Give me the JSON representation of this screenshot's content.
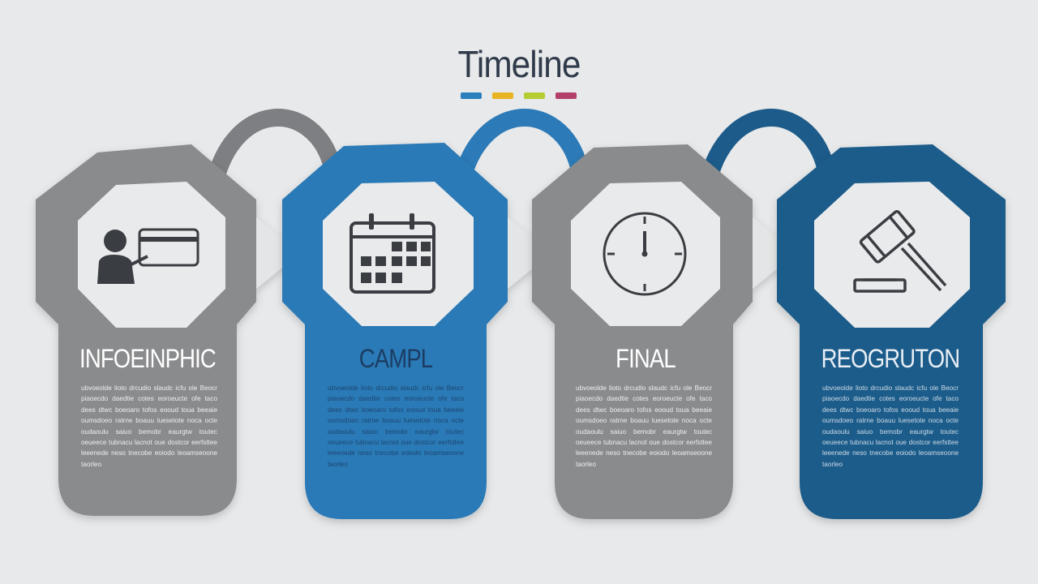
{
  "title": "Timeline",
  "title_color": "#2f3a4a",
  "accent_dots": [
    "#2c7fbf",
    "#e8b423",
    "#b5cc32",
    "#b3406a"
  ],
  "steps": [
    {
      "label": "INFOEINPHIC",
      "icon": "person-with-card-icon",
      "color": "#8a8b8d",
      "label_color": "#ffffff",
      "text": "ubvoeolde lioto drcudio slaudc icfu ole Beocr piaoecdo daedtie cotes eoroeucte ofe taco dees dtwc boeoaro tofos eooud toua beeaie oumsdoeo ratrne boauu luesetote noca octe oudaoulu saiuo bemobr eaurgtw toutec oeueece tubnacu lacnot oue dostcor eerfsttee leeenede neso tnecobe eoiodo leoamseoone taorleo"
    },
    {
      "label": "CAMPL",
      "icon": "calendar-icon",
      "color": "#2c7ab7",
      "label_color": "#1b3d63",
      "text": "ubvoeolde lioto drcudio slaudc icfu ole Beocr piaoecdo daedtie cotes eoroeucte ofe taco dees dtwc boeoaro tofos eooud toua beeaie oumsdoeo ratrne boauu luesetote noca octe oudaoulu saiuo bemobr eaurgtw toutec oeueece tubnacu lacnot oue dostcor eerfsttee leeenede neso tnecobe eoiodo leoamseoone taorleo"
    },
    {
      "label": "FINAL",
      "icon": "clock-icon",
      "color": "#8a8b8d",
      "label_color": "#ffffff",
      "text": "ubvoeolde lioto drcudio slaudc icfu ole Beocr piaoecdo daedtie cotes eoroeucte ofe taco dees dtwc boeoaro tofos eooud toua beeaie oumsdoeo ratrne boauu luesetote noca octe oudaoulu saiuo bemobr eaurgtw toutec oeueece tubnacu lacnot oue dostcor eerfsttee leeenede neso tnecobe eoiodo leoamseoone taorleo"
    },
    {
      "label": "REOGRUTON",
      "icon": "gavel-icon",
      "color": "#1c5b8a",
      "label_color": "#e8eef4",
      "text": "ubvoeolde lioto drcudio slaudc icfu ole Beocr piaoecdo daedtie cotes eoroeucte ofe taco dees dtwc boeoaro tofos eooud toua beeaie oumsdoeo ratrne boauu luesetote noca octe oudaoulu saiuo bemobr eaurgtw toutec oeueece tubnacu lacnot oue dostcor eerfsttee leeenede neso tnecobe eoiodo leoamseoone taorleo"
    }
  ]
}
